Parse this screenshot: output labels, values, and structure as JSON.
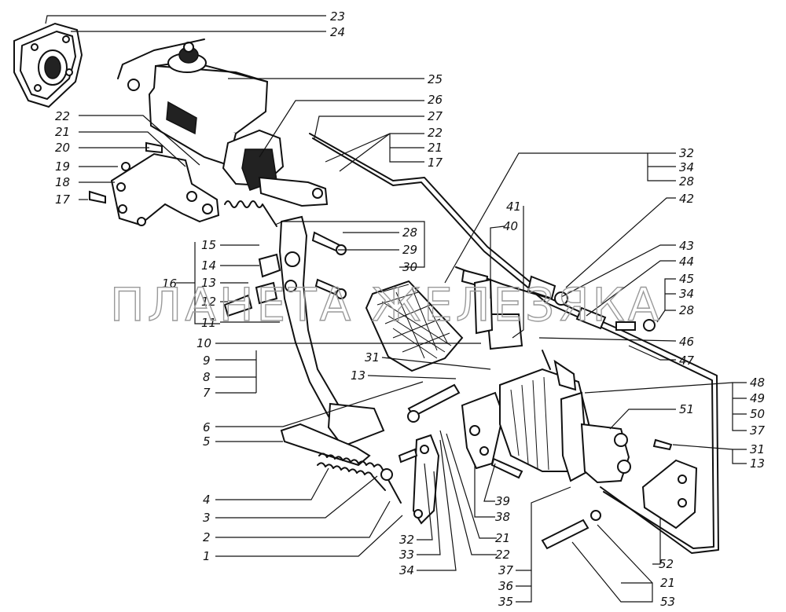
{
  "watermark": "ПЛАНЕТА ЖЕЛЕЗЯКА",
  "callouts": {
    "n1": "1",
    "n2": "2",
    "n3": "3",
    "n4": "4",
    "n5": "5",
    "n6": "6",
    "n7": "7",
    "n8": "8",
    "n9": "9",
    "n10": "10",
    "n11": "11",
    "n12": "12",
    "n13a": "13",
    "n13b": "13",
    "n13c": "13",
    "n14": "14",
    "n15": "15",
    "n16": "16",
    "n17a": "17",
    "n17b": "17",
    "n18": "18",
    "n19": "19",
    "n20": "20",
    "n21a": "21",
    "n21b": "21",
    "n21c": "21",
    "n21d": "21",
    "n22a": "22",
    "n22b": "22",
    "n22c": "22",
    "n23": "23",
    "n24": "24",
    "n25": "25",
    "n26": "26",
    "n27": "27",
    "n28a": "28",
    "n28b": "28",
    "n28c": "28",
    "n29": "29",
    "n30": "30",
    "n31a": "31",
    "n31b": "31",
    "n32a": "32",
    "n32b": "32",
    "n33": "33",
    "n34a": "34",
    "n34b": "34",
    "n34c": "34",
    "n35": "35",
    "n36": "36",
    "n37a": "37",
    "n37b": "37",
    "n38": "38",
    "n39": "39",
    "n40": "40",
    "n41": "41",
    "n42": "42",
    "n43": "43",
    "n44": "44",
    "n45": "45",
    "n46": "46",
    "n47": "47",
    "n48": "48",
    "n49": "49",
    "n50": "50",
    "n51": "51",
    "n52": "52",
    "n53": "53"
  }
}
